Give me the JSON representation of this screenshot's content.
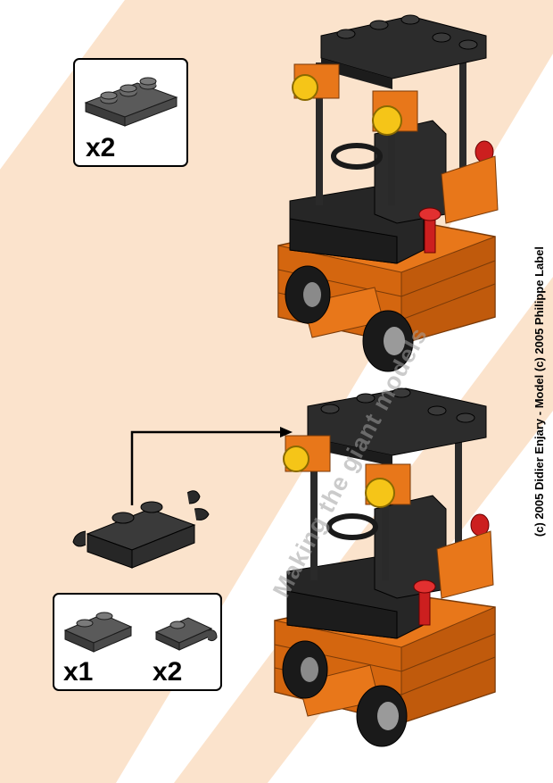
{
  "step1": {
    "parts_panel": {
      "items": [
        {
          "part": "plate-1x3-dark-gray",
          "quantity": "x2"
        }
      ]
    }
  },
  "step2": {
    "parts_panel": {
      "items": [
        {
          "part": "plate-1x2-dark-gray",
          "quantity": "x1"
        },
        {
          "part": "plate-1x2-with-clip-dark-gray",
          "quantity": "x2"
        }
      ]
    }
  },
  "watermark": "Making the giant models",
  "copyright": "(c) 2005 Didier Enjary - Model (c) 2005 Philippe Label",
  "colors": {
    "background_stripe": "#fbe3cc",
    "page": "#ffffff",
    "brick_orange": "#e8771a",
    "brick_black": "#262626",
    "brick_dark_gray": "#4a4a4a",
    "light_yellow": "#f5c518",
    "red": "#cc1f1f"
  }
}
